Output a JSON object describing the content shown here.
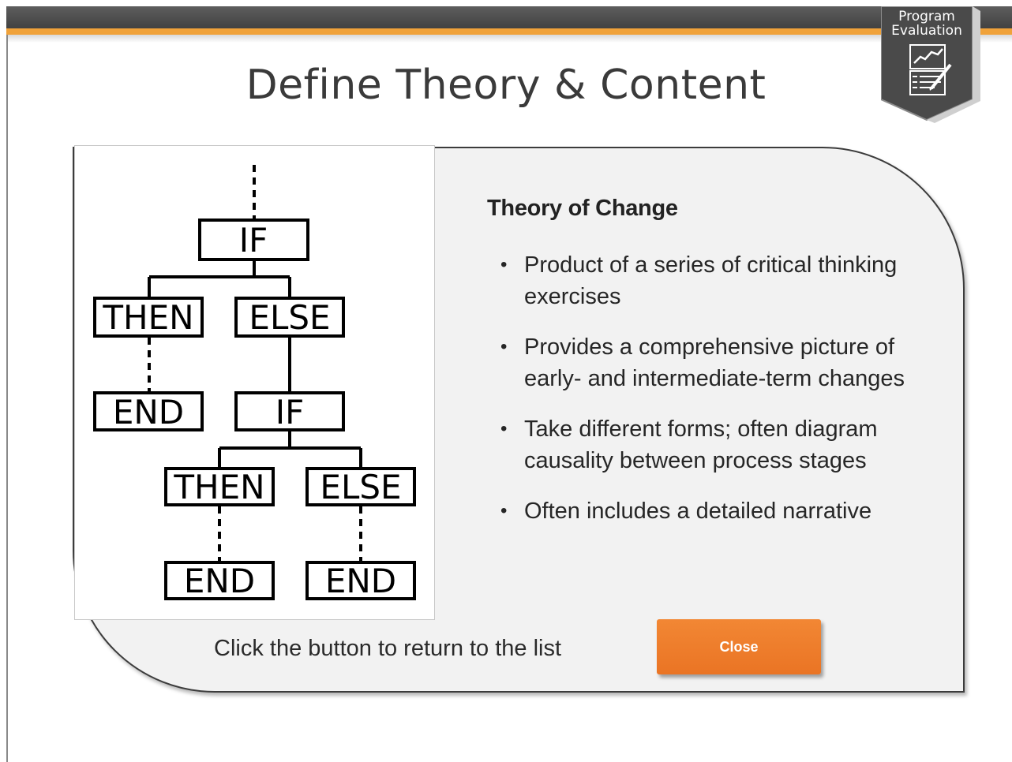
{
  "header": {
    "badge_label_line1": "Program",
    "badge_label_line2": "Evaluation",
    "badge_icon": "chart-clipboard-icon",
    "colors": {
      "bar": "#4f4f4f",
      "accent": "#f0a23a",
      "badge": "#4a4a4a"
    }
  },
  "slide": {
    "title": "Define Theory & Content",
    "heading": "Theory of Change",
    "bullets": [
      "Product of a series of critical thinking exercises",
      "Provides a comprehensive picture of early- and intermediate-term changes",
      "Take different forms; often diagram causality between process stages",
      "Often includes a detailed narrative"
    ],
    "instruction": "Click the button to return to the list",
    "close_label": "Close",
    "close_color": "#ef7c2c"
  },
  "diagram": {
    "if_top": "IF",
    "then_1": "THEN",
    "else_1": "ELSE",
    "end_1": "END",
    "if_nested": "IF",
    "then_2": "THEN",
    "else_2": "ELSE",
    "end_2": "END",
    "end_3": "END"
  }
}
